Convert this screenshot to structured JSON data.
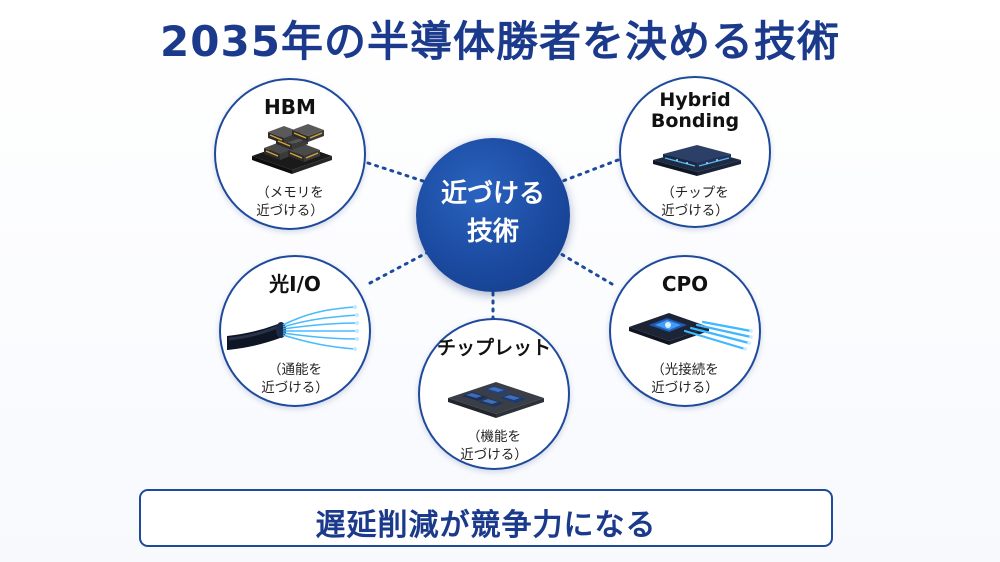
{
  "title": "2035年の半導体勝者を決める技術",
  "center": {
    "line1": "近づける",
    "line2": "技術"
  },
  "nodes": {
    "hbm": {
      "label": "HBM",
      "desc1": "（メモリを",
      "desc2": "近づける）",
      "icon": "memory-stack-icon"
    },
    "hybrid": {
      "label1": "Hybrid",
      "label2": "Bonding",
      "desc1": "（チップを",
      "desc2": "近づける）",
      "icon": "bonded-chip-icon"
    },
    "optical": {
      "label": "光I/O",
      "desc1": "（通能を",
      "desc2": "近づける）",
      "icon": "fiber-optic-icon"
    },
    "chiplet": {
      "label": "チップレット",
      "desc1": "（機能を",
      "desc2": "近づける）",
      "icon": "chiplet-package-icon"
    },
    "cpo": {
      "label": "CPO",
      "desc1": "（光接続を",
      "desc2": "近づける）",
      "icon": "co-packaged-optics-icon"
    }
  },
  "banner": "遅延削減が競争力になる",
  "colors": {
    "primary": "#1b3a8c",
    "accent": "#1b4aa0",
    "glow": "#3fb8ff"
  }
}
